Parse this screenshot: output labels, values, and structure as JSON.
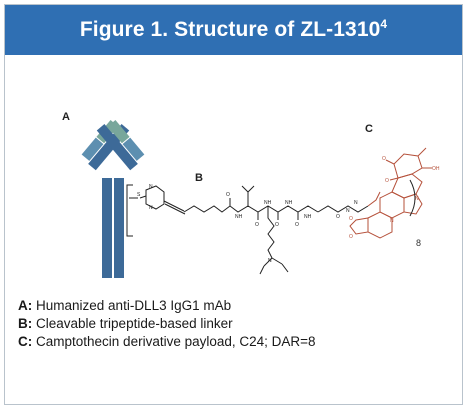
{
  "figure": {
    "title_main": "Figure 1. Structure of ZL-1310",
    "title_sup": "4"
  },
  "diagram": {
    "label_a": "A",
    "label_b": "B",
    "label_c": "C",
    "dar_subscript": "8",
    "colors": {
      "banner": "#2f6fb3",
      "antibody_heavy": "#3d6a98",
      "antibody_light": "#78a79b",
      "linker": "#222222",
      "payload": "#b5503a"
    },
    "atom_labels": {
      "n1": "N",
      "n2": "N",
      "n3": "N",
      "n4": "N",
      "n5": "N",
      "s": "S",
      "o1": "O",
      "o2": "O",
      "o3": "O",
      "o4": "O",
      "o5": "O",
      "nh1": "NH",
      "nh2": "NH",
      "nh3": "NH",
      "nh4": "NH",
      "payload_o1": "O",
      "payload_o2": "O",
      "payload_oh": "OH",
      "payload_n1": "N",
      "payload_n2": "N",
      "payload_o3": "O",
      "payload_o4": "O"
    }
  },
  "legend": {
    "items": [
      {
        "key": "A:",
        "text": "Humanized anti-DLL3 IgG1 mAb"
      },
      {
        "key": "B:",
        "text": "Cleavable tripeptide-based linker"
      },
      {
        "key": "C:",
        "text": "Camptothecin derivative payload, C24; DAR=8"
      }
    ]
  }
}
